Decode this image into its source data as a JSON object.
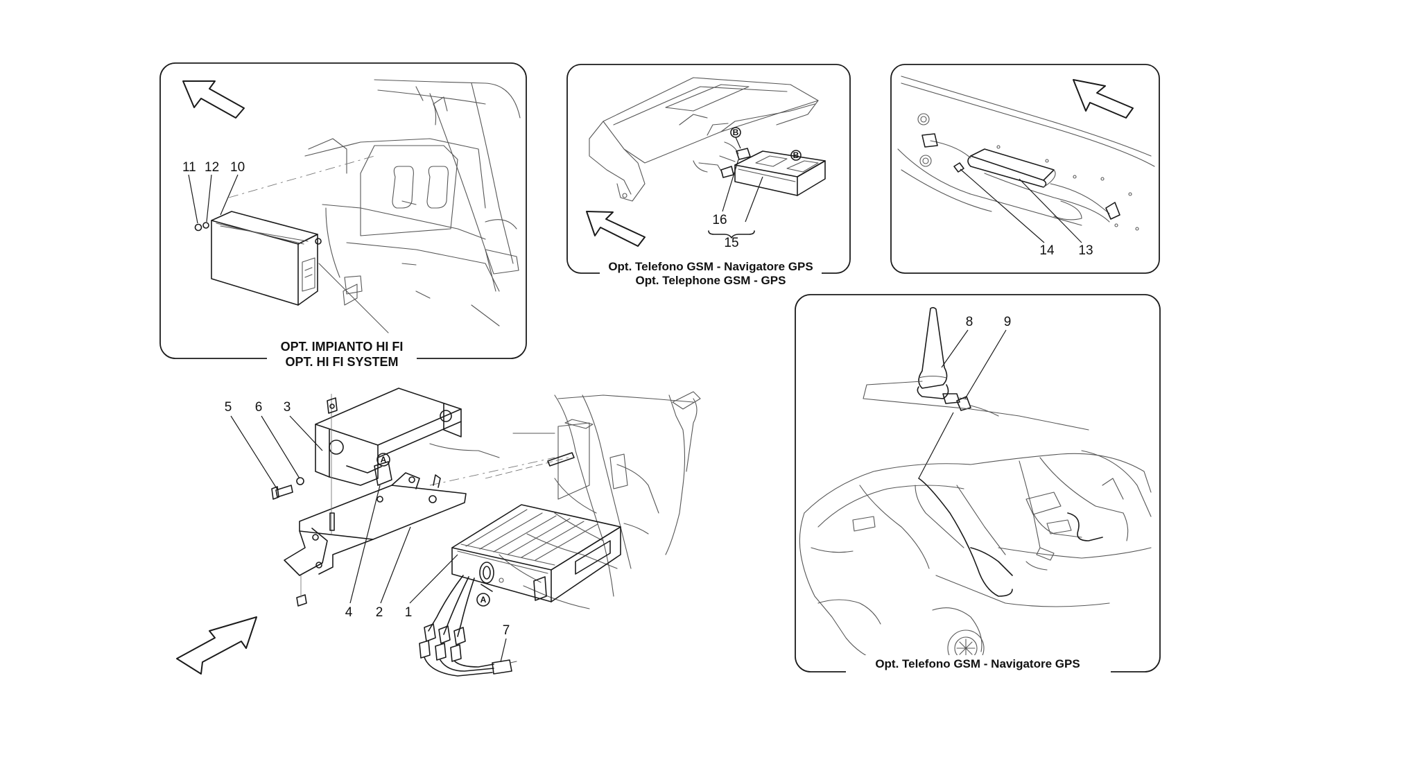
{
  "panels": {
    "hifi": {
      "caption_line1": "OPT. IMPIANTO HI FI",
      "caption_line2": "OPT. HI FI SYSTEM",
      "callouts": [
        "11",
        "12",
        "10"
      ]
    },
    "gsm_module": {
      "caption_line1": "Opt. Telefono GSM - Navigatore GPS",
      "caption_line2": "Opt. Telephone GSM - GPS",
      "callouts": [
        "16",
        "15"
      ],
      "ref_label": "B"
    },
    "microphone": {
      "callouts": [
        "14",
        "13"
      ]
    },
    "antenna": {
      "caption_line1": "Opt. Telefono GSM - Navigatore GPS",
      "callouts": [
        "8",
        "9"
      ]
    }
  },
  "main_assembly": {
    "callouts": [
      "5",
      "6",
      "3",
      "4",
      "2",
      "1",
      "7"
    ],
    "ref_label": "A"
  }
}
